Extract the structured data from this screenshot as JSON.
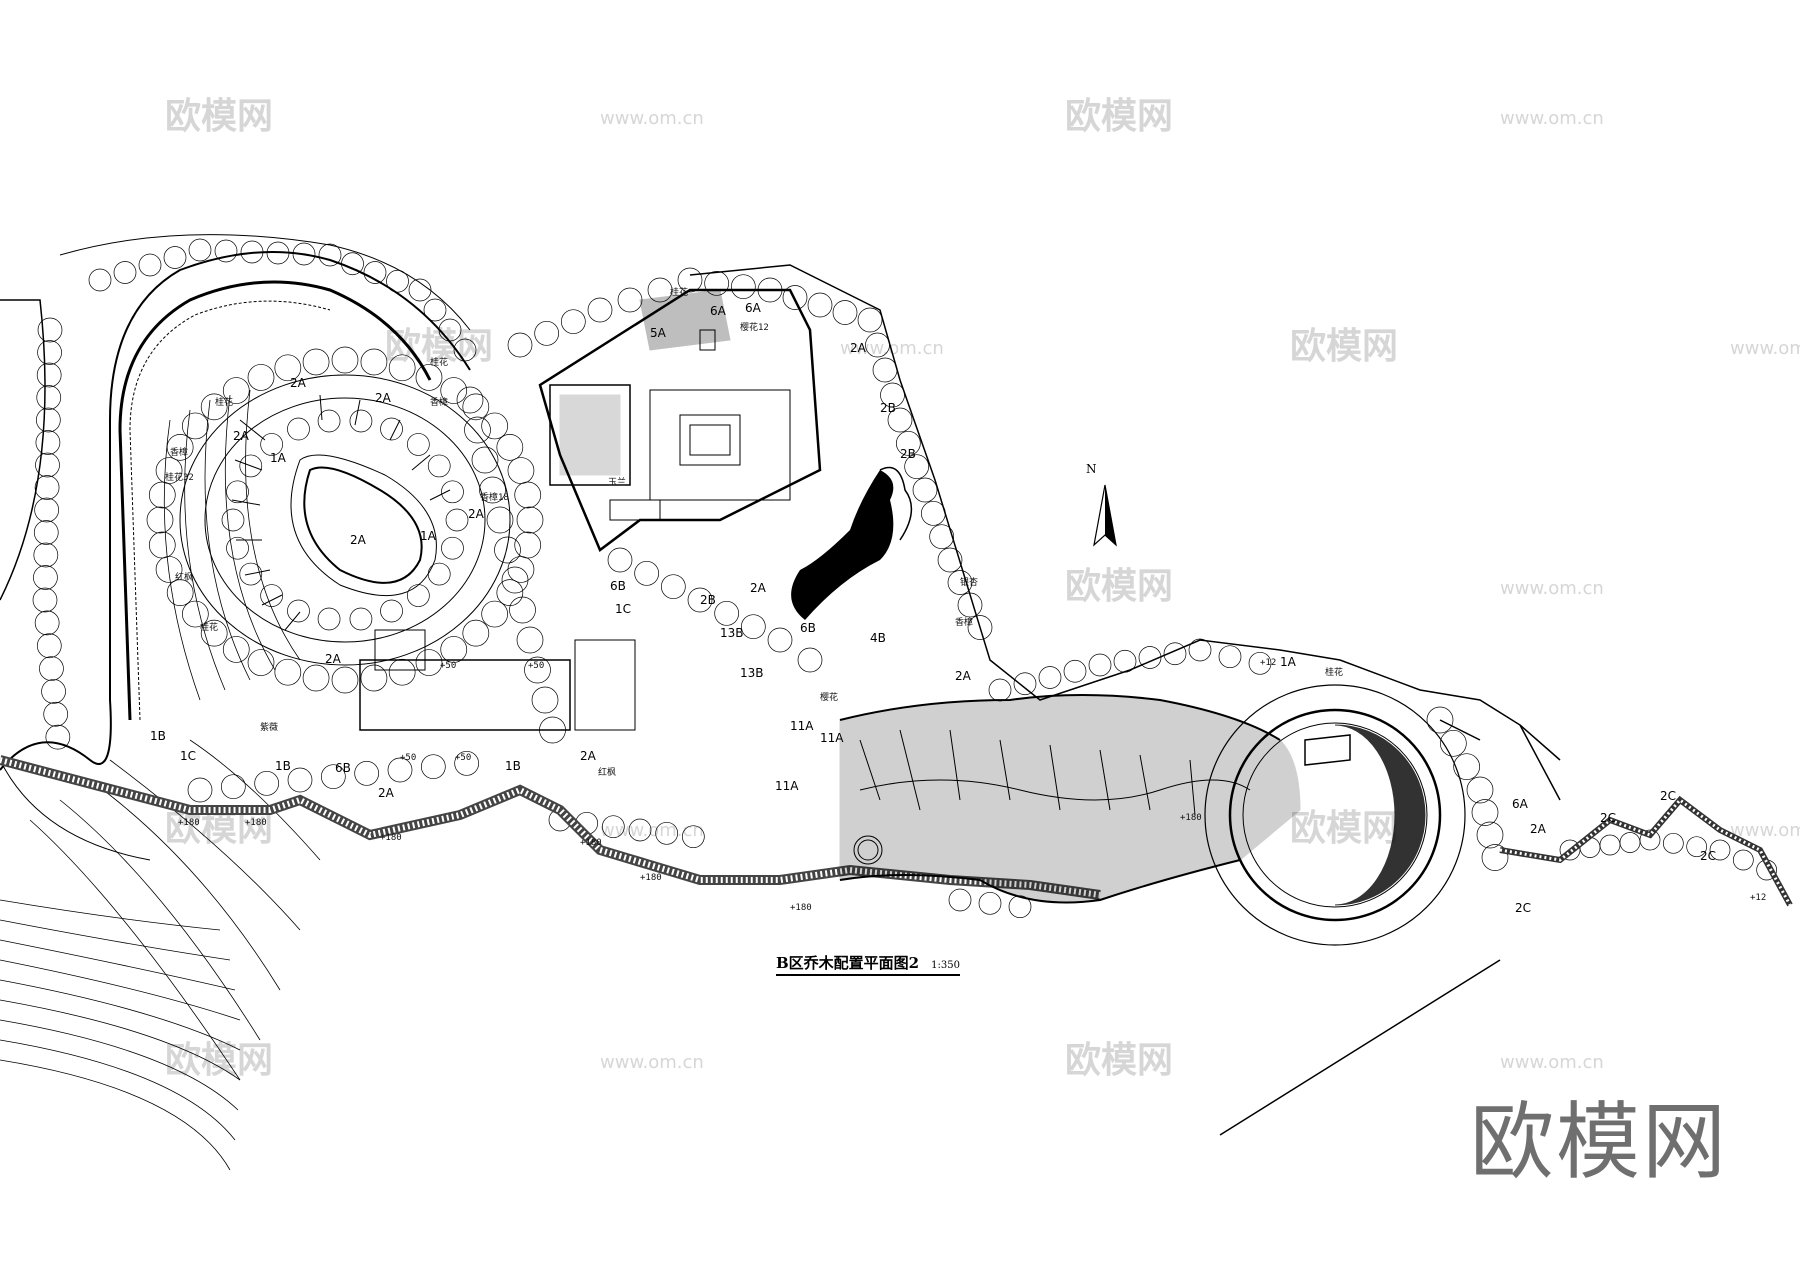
{
  "drawing": {
    "title": "B区乔木配置平面图2",
    "scale": "1:350",
    "north_label": "N"
  },
  "watermark": {
    "brand": "欧模网",
    "url": "www.om.cn"
  },
  "tree_codes": [
    "1A",
    "1B",
    "1C",
    "2A",
    "2B",
    "2C",
    "4B",
    "5A",
    "6A",
    "6B",
    "11A",
    "13B"
  ],
  "plant_labels": [
    "桂花",
    "香樟",
    "红枫",
    "银杏",
    "紫薇",
    "樱花",
    "玉兰",
    "桂花32",
    "香樟18",
    "樱花12"
  ],
  "elevation_marks": [
    "+50",
    "+180",
    "+12"
  ],
  "colors": {
    "line": "#000000",
    "watermark": "#d6d6d6",
    "logo": "#6f6f6f"
  }
}
